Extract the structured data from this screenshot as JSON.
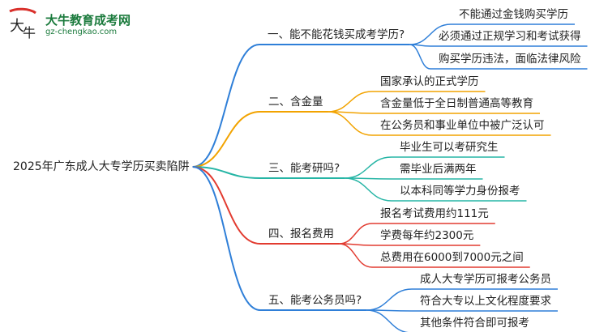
{
  "logo": {
    "title": "大牛教育成考网",
    "url": "gz-chengkao.com",
    "colors": {
      "badge_red": "#d9302b",
      "text_green": "#1a7a3c"
    }
  },
  "mindmap": {
    "root": "2025年广东成人大专学历买卖陷阱",
    "branches": [
      {
        "label": "一、能不能花钱买成考学历?",
        "color": "#2f7fd8",
        "children": [
          "不能通过金钱购买学历",
          "必须通过正规学习和考试获得",
          "购买学历违法，面临法律风险"
        ]
      },
      {
        "label": "二、含金量",
        "color": "#f2a300",
        "children": [
          "国家承认的正式学历",
          "含金量低于全日制普通高等教育",
          "在公务员和事业单位中被广泛认可"
        ]
      },
      {
        "label": "三、能考研吗?",
        "color": "#26b5a5",
        "children": [
          "毕业生可以考研究生",
          "需毕业后满两年",
          "以本科同等学力身份报考"
        ]
      },
      {
        "label": "四、报名费用",
        "color": "#e23b30",
        "children": [
          "报名考试费用约111元",
          "学费每年约2300元",
          "总费用在6000到7000元之间"
        ]
      },
      {
        "label": "五、能考公务员吗?",
        "color": "#2f7fd8",
        "children": [
          "成人大专学历可报考公务员",
          "符合大专以上文化程度要求",
          "其他条件符合即可报考"
        ]
      }
    ]
  }
}
